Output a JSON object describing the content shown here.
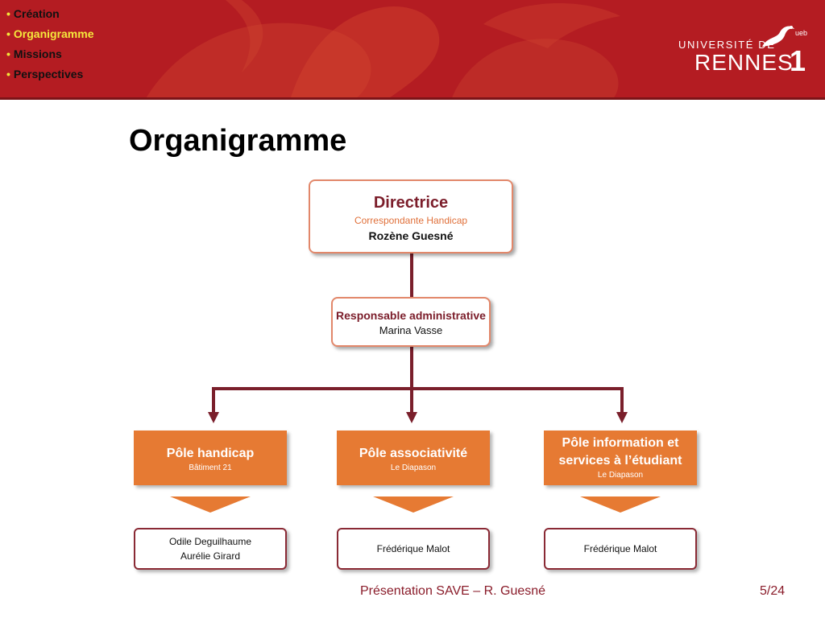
{
  "nav": {
    "items": [
      {
        "label": "Création",
        "current": false
      },
      {
        "label": "Organigramme",
        "current": true
      },
      {
        "label": "Missions",
        "current": false
      },
      {
        "label": "Perspectives",
        "current": false
      }
    ],
    "bullet": "•"
  },
  "logo": {
    "line1": "UNIVERSITÉ DE",
    "line2": "RENNES",
    "number": "1",
    "ueb": "ueb"
  },
  "slide": {
    "title": "Organigramme"
  },
  "org": {
    "director": {
      "role": "Directrice",
      "subrole": "Correspondante Handicap",
      "name": "Rozène Guesné"
    },
    "admin": {
      "role": "Responsable administrative",
      "name": "Marina Vasse"
    },
    "poles": [
      {
        "title_lines": [
          "Pôle handicap"
        ],
        "location": "Bâtiment 21",
        "people": [
          "Odile Deguilhaume",
          "Aurélie Girard"
        ]
      },
      {
        "title_lines": [
          "Pôle associativité"
        ],
        "location": "Le Diapason",
        "people": [
          "Frédérique Malot"
        ]
      },
      {
        "title_lines": [
          "Pôle information et",
          "services à l’étudiant"
        ],
        "location": "Le Diapason",
        "people": [
          "Frédérique Malot"
        ]
      }
    ]
  },
  "footer": {
    "text": "Présentation SAVE – R. Guesné",
    "page": "5/24"
  },
  "colors": {
    "header_red": "#b41c22",
    "current_item_yellow": "#f5e93c",
    "pole_orange": "#e67a33",
    "dark_red": "#7b1d2a",
    "connector": "#7a1f2b"
  }
}
